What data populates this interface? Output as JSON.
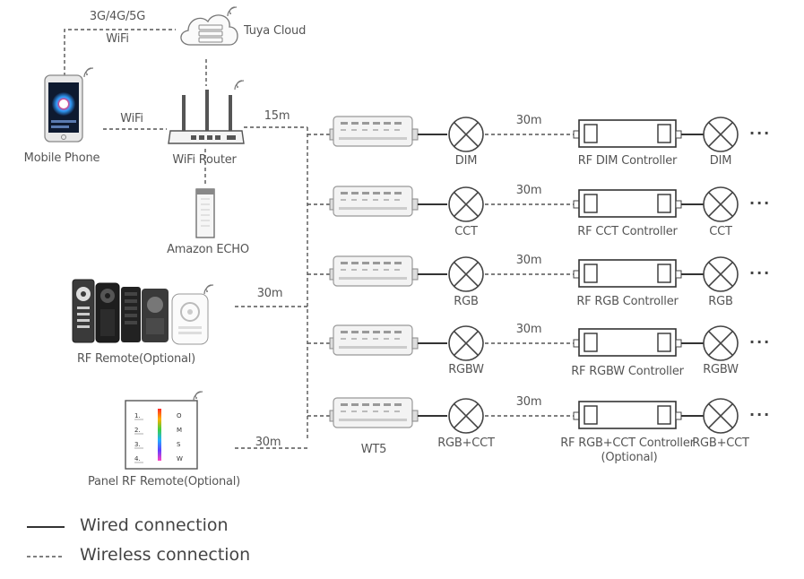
{
  "labels": {
    "network": "3G/4G/5G",
    "wifi_top": "WiFi",
    "cloud": "Tuya Cloud",
    "wifi_phone": "WiFi",
    "phone": "Mobile Phone",
    "router": "WiFi Router",
    "distance_router": "15m",
    "echo": "Amazon ECHO",
    "rf_remote": "RF Remote(Optional)",
    "distance_rf_remote": "30m",
    "panel_remote": "Panel RF Remote(Optional)",
    "distance_panel": "30m",
    "wt5": "WT5"
  },
  "rows": [
    {
      "lamp": "DIM",
      "distance": "30m",
      "controller": "RF DIM Controller",
      "controller_extra": "",
      "end_lamp": "DIM",
      "more": "···"
    },
    {
      "lamp": "CCT",
      "distance": "30m",
      "controller": "RF CCT Controller",
      "controller_extra": "",
      "end_lamp": "CCT",
      "more": "···"
    },
    {
      "lamp": "RGB",
      "distance": "30m",
      "controller": "RF RGB Controller",
      "controller_extra": "",
      "end_lamp": "RGB",
      "more": "···"
    },
    {
      "lamp": "RGBW",
      "distance": "30m",
      "controller": "RF RGBW Controller",
      "controller_extra": "",
      "end_lamp": "RGBW",
      "more": "···"
    },
    {
      "lamp": "RGB+CCT",
      "distance": "30m",
      "controller": "RF RGB+CCT Controller",
      "controller_extra": "(Optional)",
      "end_lamp": "RGB+CCT",
      "more": "···"
    }
  ],
  "panel_keys": [
    "1.",
    "2.",
    "3.",
    "4."
  ],
  "panel_right_keys": [
    "O",
    "M",
    "S",
    "W"
  ],
  "legend": {
    "wired": "Wired connection",
    "wireless": "Wireless connection"
  },
  "colors": {
    "line": "#444444",
    "text": "#555555",
    "device_fill": "#f2f2f2",
    "remote_dark": "#2a2a2a"
  }
}
